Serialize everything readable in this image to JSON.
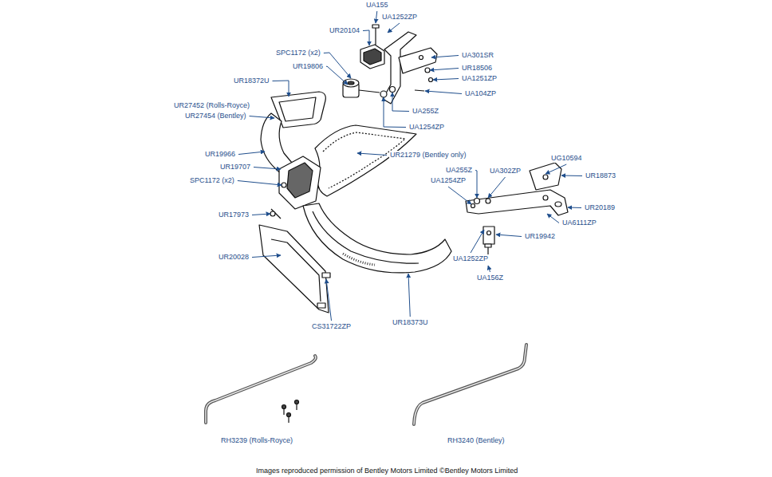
{
  "diagram": {
    "caption": "Images reproduced permission of Bentley Motors Limited ©Bentley Motors Limited",
    "labels": [
      "UA155",
      "UA1252ZP",
      "UR20104",
      "SPC1172 (x2)",
      "UA301SR",
      "UR19806",
      "UR18506",
      "UR18372U",
      "UA1251ZP",
      "UA104ZP",
      "UR27452 (Rolls-Royce)",
      "UR27454 (Bentley)",
      "UA255Z",
      "UA1254ZP",
      "UR19966",
      "UR21279 (Bentley only)",
      "UR19707",
      "UG10594",
      "UA255Z",
      "UA302ZP",
      "SPC1172 (x2)",
      "UR18873",
      "UA1254ZP",
      "UR17973",
      "UR20189",
      "UA6111ZP",
      "UR19942",
      "UR20028",
      "UA1252ZP",
      "UA156Z",
      "CS31722ZP",
      "UR18373U",
      "RH3239 (Rolls-Royce)",
      "RH3240 (Bentley)"
    ]
  }
}
